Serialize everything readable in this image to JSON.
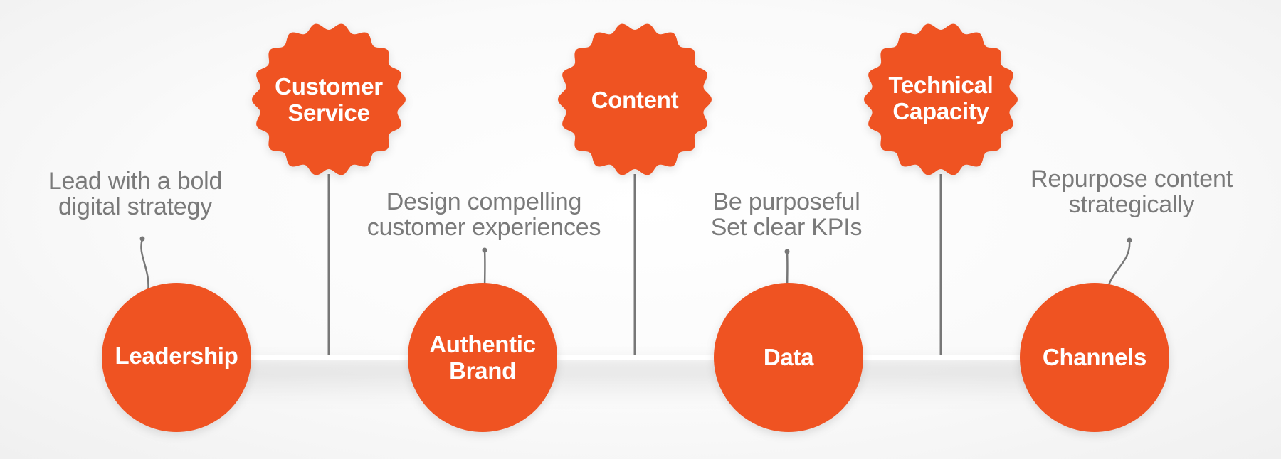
{
  "colors": {
    "accent": "#ef5223",
    "line": "#777777",
    "note_text": "#7a7a7a",
    "label_text": "#ffffff"
  },
  "nodes": {
    "leadership": {
      "label": "Leadership",
      "shape": "circle"
    },
    "customer_service": {
      "label": "Customer\nService",
      "shape": "scalloped-badge"
    },
    "authentic_brand": {
      "label": "Authentic\nBrand",
      "shape": "circle"
    },
    "content": {
      "label": "Content",
      "shape": "scalloped-badge"
    },
    "data": {
      "label": "Data",
      "shape": "circle"
    },
    "technical_capacity": {
      "label": "Technical\nCapacity",
      "shape": "scalloped-badge"
    },
    "channels": {
      "label": "Channels",
      "shape": "circle"
    }
  },
  "notes": {
    "leadership": "Lead with a bold\ndigital strategy",
    "authentic_brand": "Design compelling\ncustomer experiences",
    "data": "Be purposeful\nSet clear KPIs",
    "channels": "Repurpose content\nstrategically"
  }
}
